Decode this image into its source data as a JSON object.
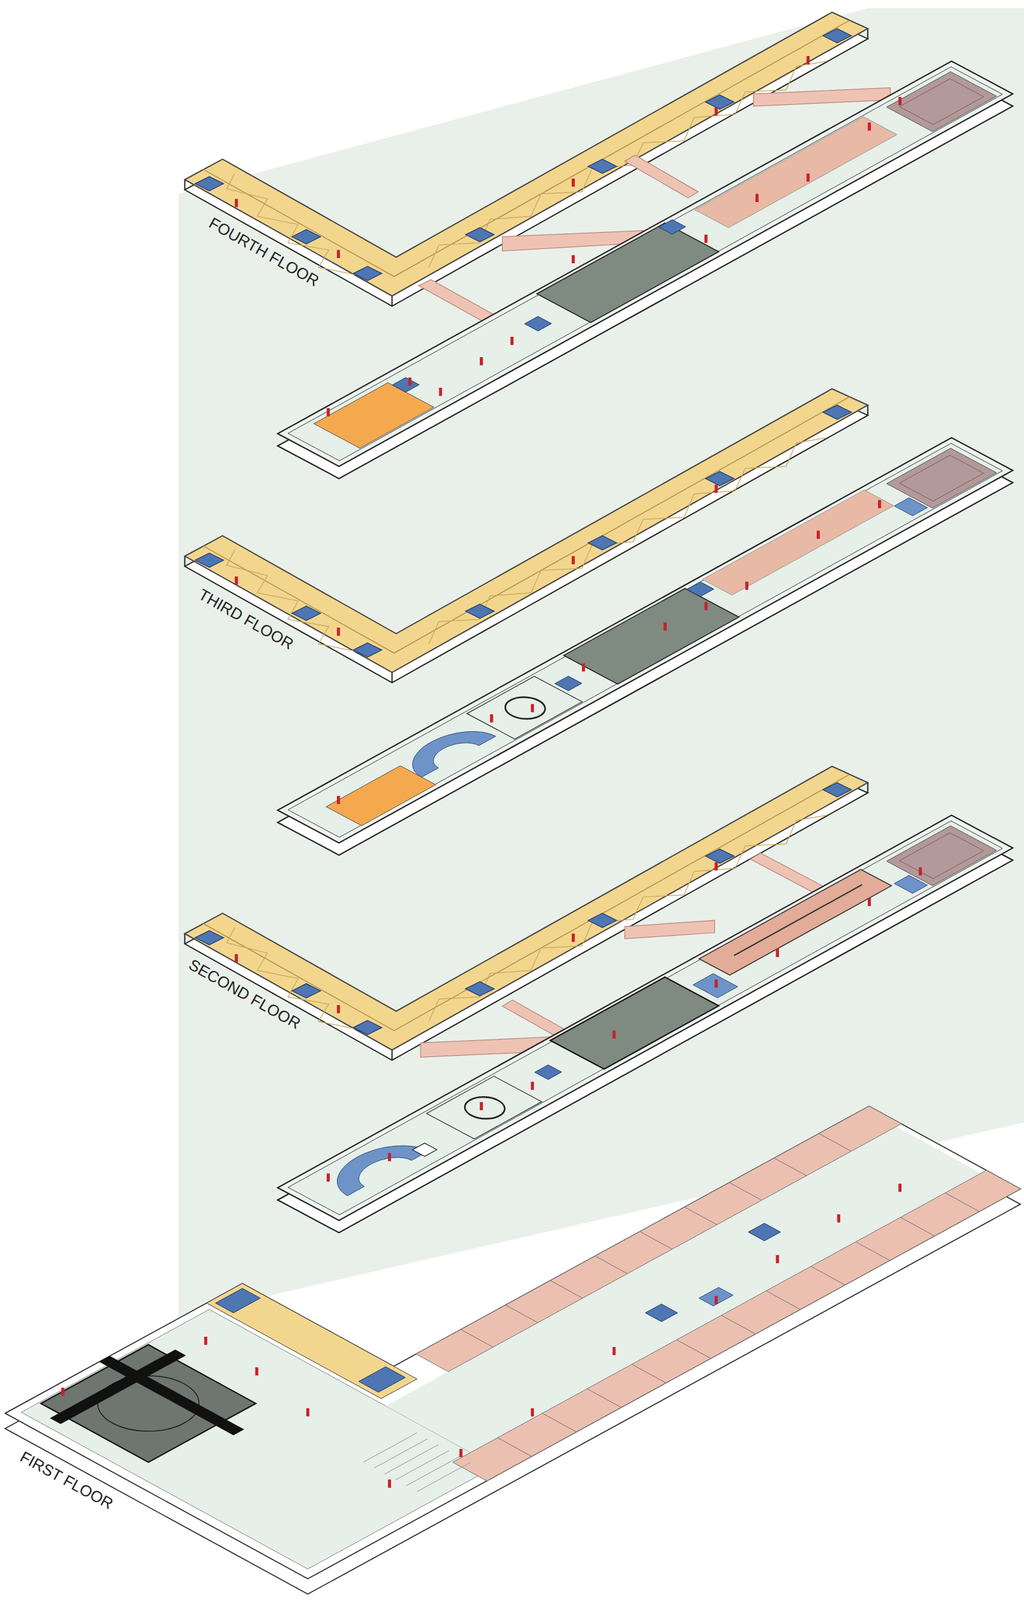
{
  "diagram": {
    "labels": [
      "FOURTH FLOOR",
      "THIRD FLOOR",
      "SECOND FLOOR",
      "FIRST FLOOR"
    ]
  }
}
